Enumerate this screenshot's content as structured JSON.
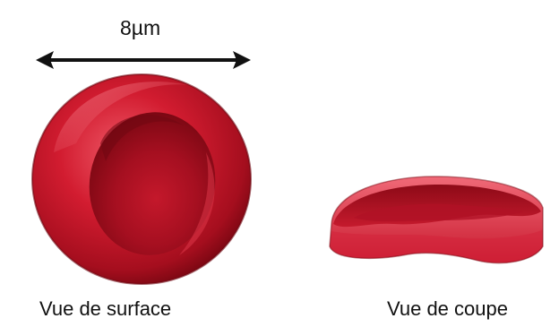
{
  "figure": {
    "scale_label": "8µm",
    "surface_caption": "Vue de surface",
    "section_caption": "Vue de coupe"
  },
  "colors": {
    "cell_dark": "#8a0a14",
    "cell_mid": "#c8182a",
    "cell_light": "#e8495a",
    "text": "#111111"
  },
  "icons": {
    "scale_arrow": "double-headed-arrow",
    "surface_view": "red-blood-cell-surface-illustration",
    "section_view": "red-blood-cell-cross-section-illustration"
  }
}
